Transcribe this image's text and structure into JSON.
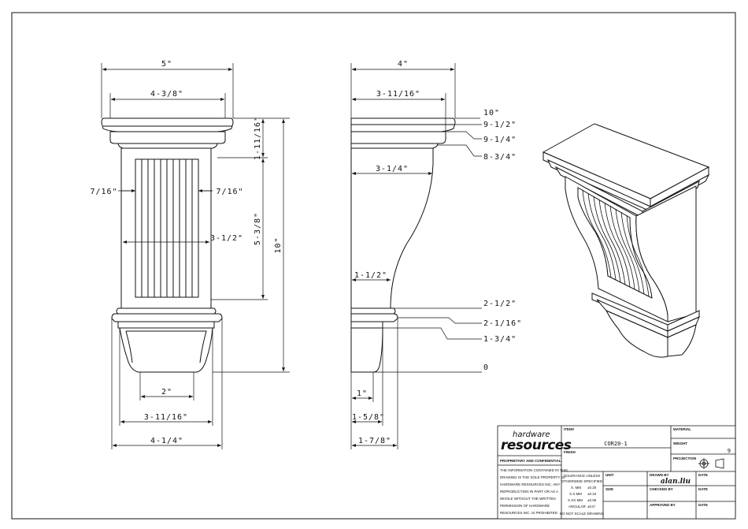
{
  "front_view": {
    "dims": {
      "overall_width": "5\"",
      "top_inner_width": "4-3/8\"",
      "left_margin": "7/16\"",
      "right_margin": "7/16\"",
      "panel_width": "3-1/2\"",
      "top_cap_height": "1-11/16\"",
      "panel_height": "5-3/8\"",
      "overall_height": "10\"",
      "bottom_width": "2\"",
      "base_width": "3-11/16\"",
      "base_overall_width": "4-1/4\""
    }
  },
  "side_view": {
    "dims": {
      "overall_depth": "4\"",
      "top_depth": "3-11/16\"",
      "mid_depth": "3-1/4\"",
      "lower_depth": "1-1/2\"",
      "bottom_depth_1": "1\"",
      "bottom_depth_2": "1-5/8\"",
      "bottom_depth_3": "1-7/8\""
    },
    "heights": [
      "10\"",
      "9-1/2\"",
      "9-1/4\"",
      "8-3/4\"",
      "2-1/2\"",
      "2-1/16\"",
      "1-3/4\"",
      "0"
    ]
  },
  "title_block": {
    "logo_top": "hardware",
    "logo_bottom": "resources",
    "proprietary_heading": "PROPRIETARY AND CONFIDENTIAL",
    "proprietary_lines": [
      "THE INFORMATION CONTAINED IN THIS",
      "DRAWING IS THE SOLE PROPERTY OF",
      "HARDWARE RESOURCES INC.  ANY",
      "REPRODUCTION IN PART OR AS A",
      "WHOLE  WITHOUT THE WRITTEN",
      "PERMISSION OF HARDWARE",
      "RESOURCES INC. IS PROHIBITED"
    ],
    "item_label": "ITEM#",
    "item_value": "COR20-1",
    "finish_label": "FINISH",
    "material_label": "MATERIAL",
    "weight_label": "WEIGHT",
    "weight_value": "9",
    "projection_label": "PROJECTION",
    "tolerance_lines": [
      "TOLERANCE UNLESS",
      "OTHERWISE SPECIFIED"
    ],
    "tolerance_rows": [
      [
        "X.  MM",
        "±0.20"
      ],
      [
        "X.X  MM",
        "±0.10"
      ],
      [
        "X.XX  MM",
        "±0.05"
      ],
      [
        "ANGULAR",
        "±0.5°"
      ]
    ],
    "no_scale": "DO NOT SCALE DRAWING",
    "unit_label": "UNIT",
    "size_label": "SIZE",
    "drawn_by_label": "DRAWN BY",
    "drawn_by_value": "alan.liu",
    "checked_by_label": "CHECKED BY",
    "approved_by_label": "APPROVED BY",
    "date_label": "DATE"
  }
}
